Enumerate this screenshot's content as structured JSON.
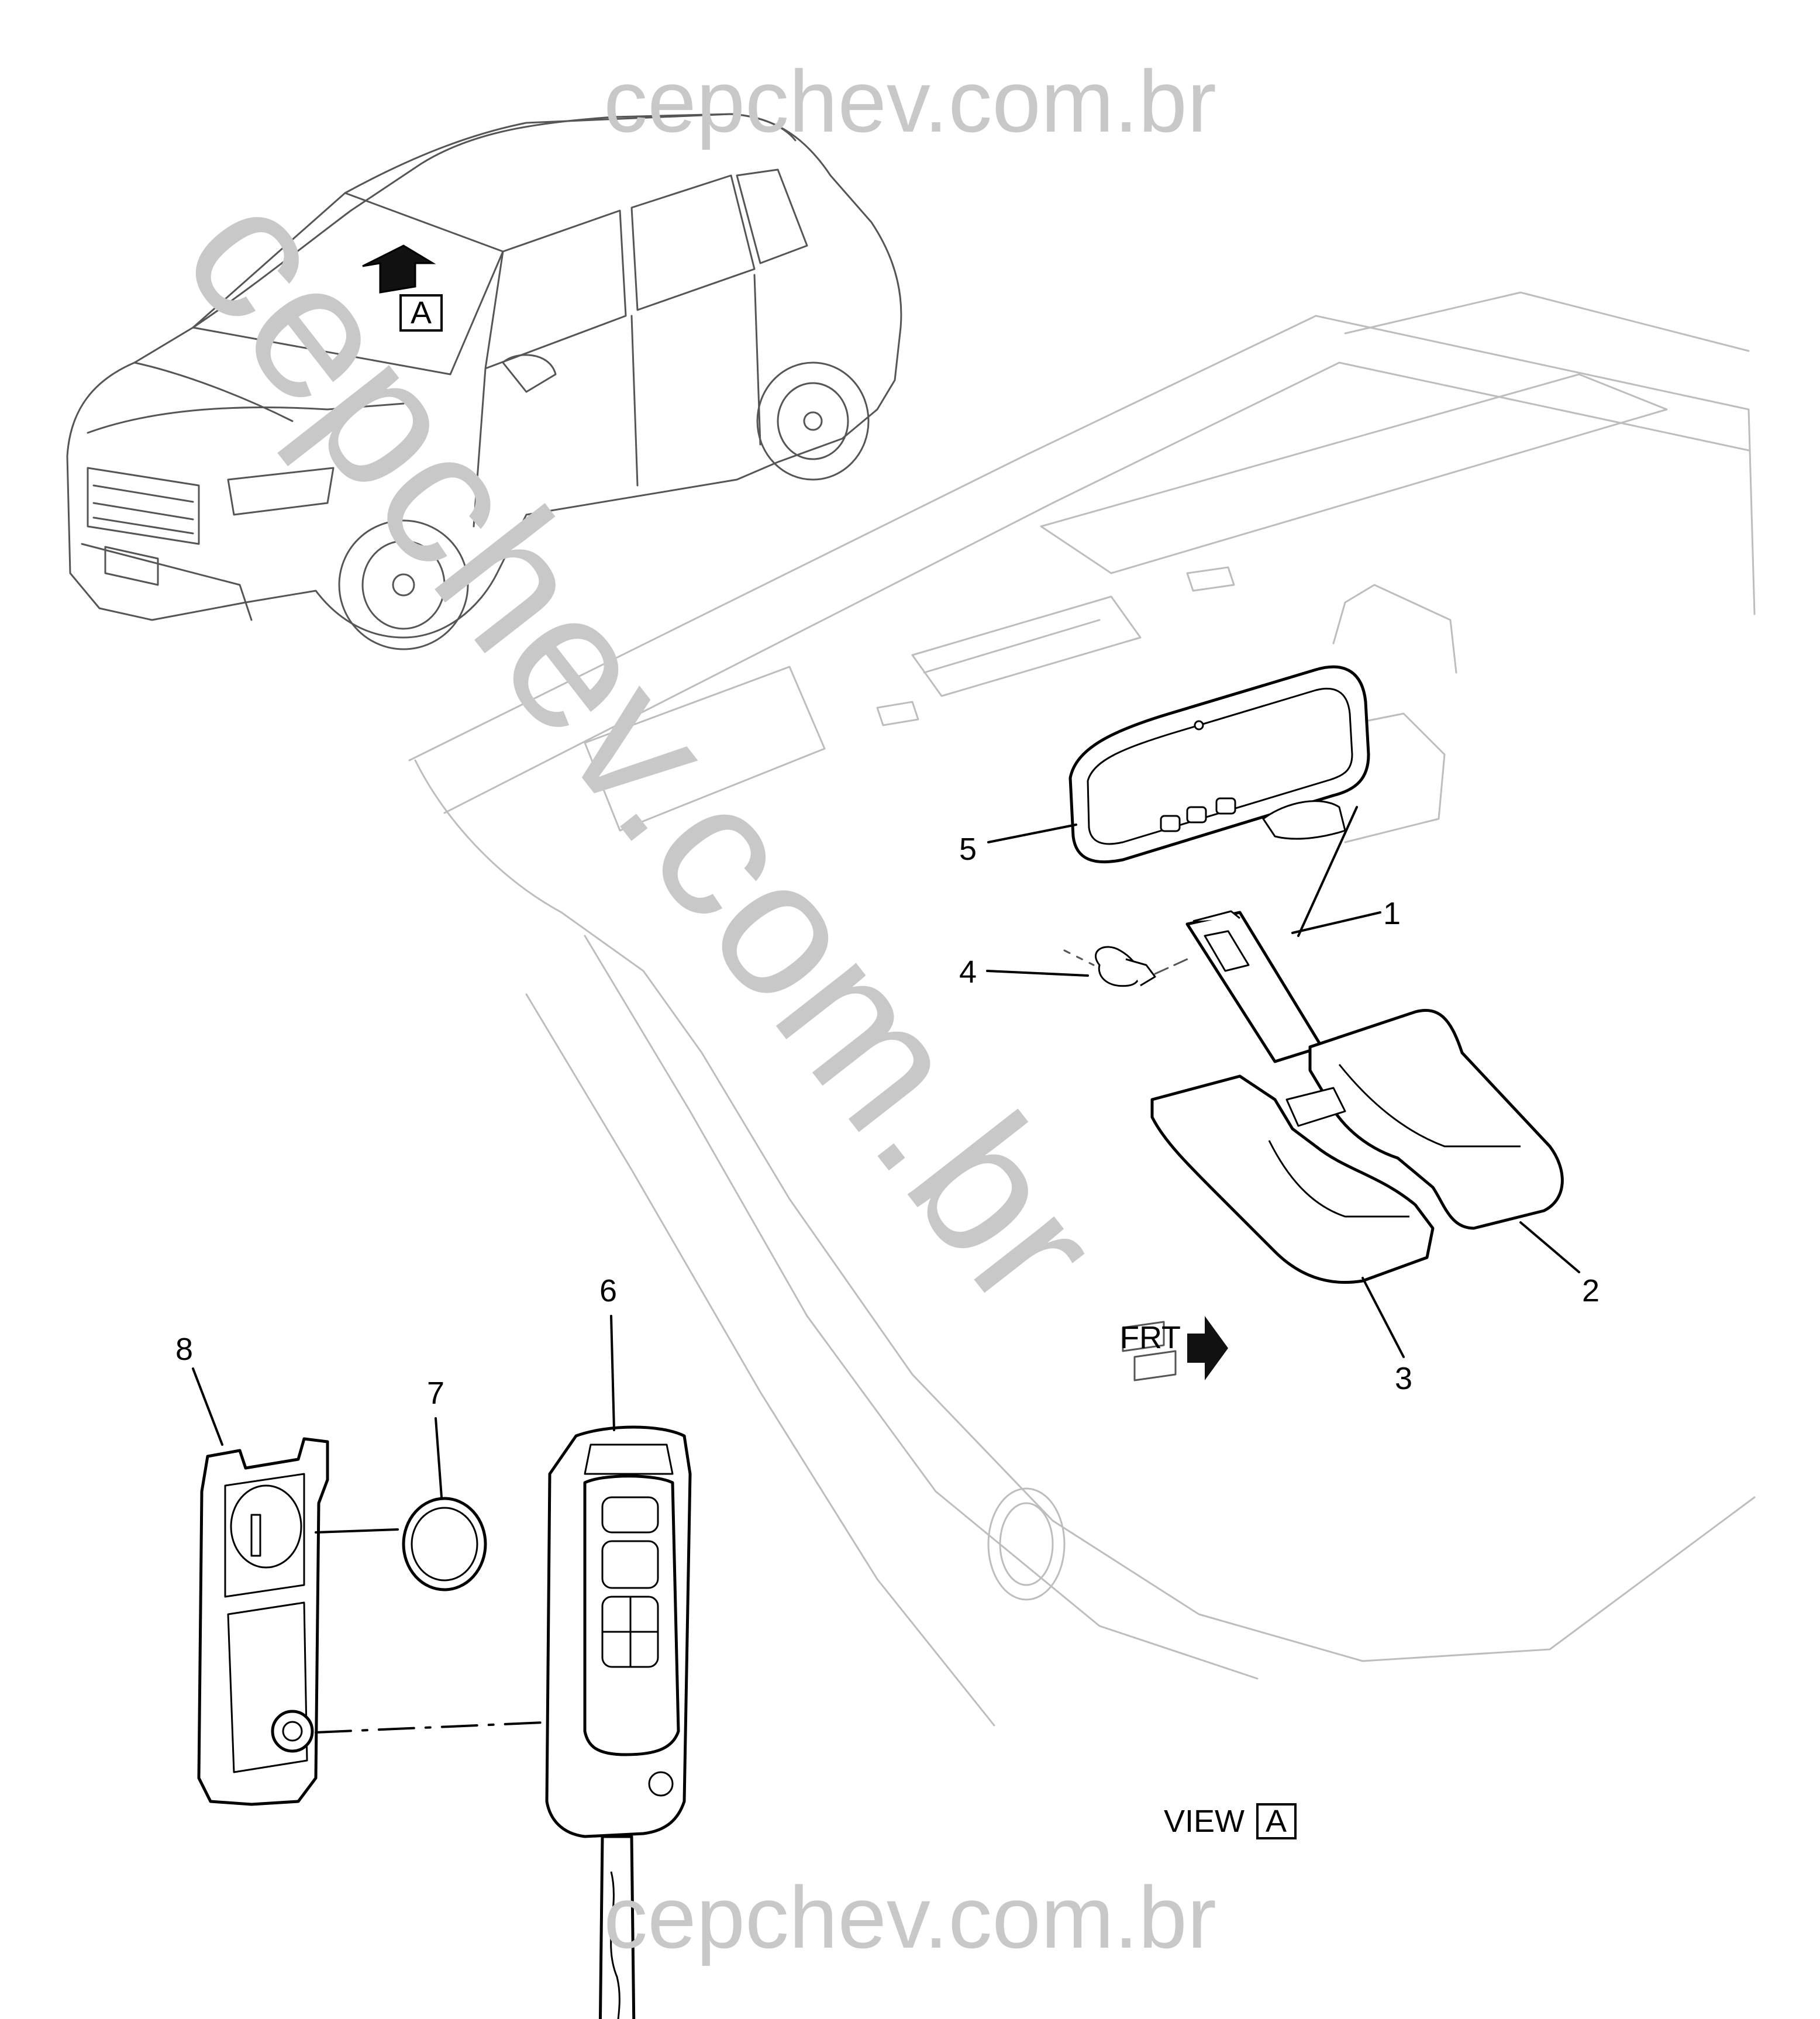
{
  "watermark": {
    "text": "cepchev.com.br",
    "color": "#c8c8c8"
  },
  "view_marker": {
    "letter": "A",
    "view_label": "VIEW",
    "view_letter": "A"
  },
  "front_arrow_label": "FRT",
  "callouts": [
    {
      "number": "1",
      "part": "module"
    },
    {
      "number": "2",
      "part": "cover-rear"
    },
    {
      "number": "3",
      "part": "cover-front"
    },
    {
      "number": "4",
      "part": "harness-connector"
    },
    {
      "number": "5",
      "part": "inside-rearview-mirror"
    },
    {
      "number": "6",
      "part": "remote-key"
    },
    {
      "number": "7",
      "part": "coin-battery"
    },
    {
      "number": "8",
      "part": "key-case-half"
    }
  ]
}
